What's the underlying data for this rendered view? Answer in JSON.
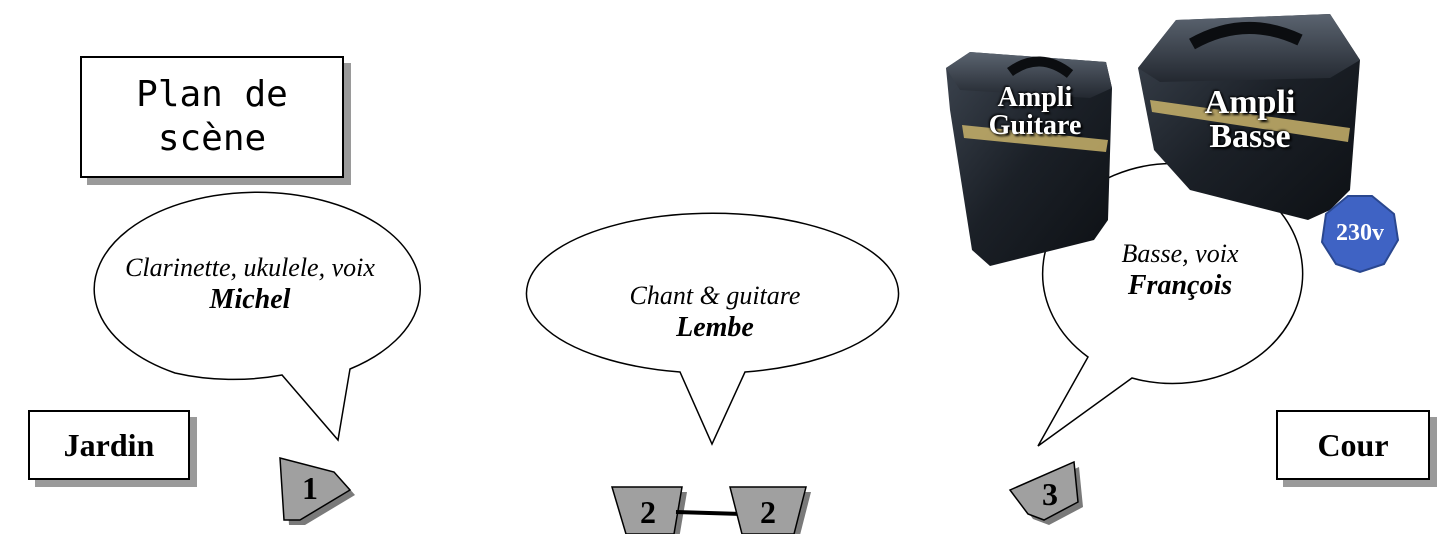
{
  "title": {
    "line1": "Plan de",
    "line2": "scène"
  },
  "sides": {
    "left": "Jardin",
    "right": "Cour"
  },
  "musicians": [
    {
      "role": "Clarinette, ukulele, voix",
      "name": "Michel",
      "number": "1"
    },
    {
      "role": "Chant & guitare",
      "name": "Lembe",
      "number": "2"
    },
    {
      "role": "Basse, voix",
      "name": "François",
      "number": "3"
    }
  ],
  "amps": {
    "guitar": {
      "line1": "Ampli",
      "line2": "Guitare"
    },
    "bass": {
      "line1": "Ampli",
      "line2": "Basse"
    }
  },
  "power": {
    "label": "230v",
    "color": "#3f63c4"
  },
  "colors": {
    "monitor_fill": "#a0a0a0",
    "amp_body": "#1b2027"
  }
}
